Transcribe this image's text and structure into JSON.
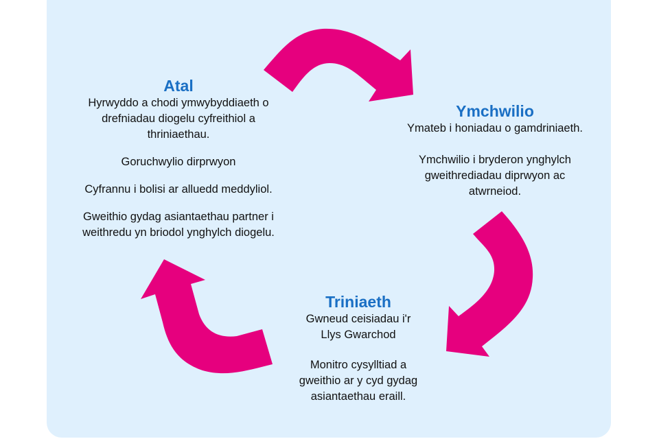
{
  "colors": {
    "background": "#dff0fd",
    "arrow": "#e6007e",
    "title": "#1a6fc4"
  },
  "atal": {
    "title": "Atal",
    "paragraphs": [
      [
        "Hyrwyddo a chodi ymwybyddiaeth o",
        "drefniadau diogelu cyfreithiol a",
        "thriniaethau."
      ],
      [
        "Goruchwylio dirprwyon"
      ],
      [
        "Cyfrannu i bolisi ar alluedd meddyliol."
      ],
      [
        "Gweithio gydag asiantaethau partner i",
        "weithredu yn briodol ynghylch diogelu."
      ]
    ]
  },
  "ymchwilio": {
    "title": "Ymchwilio",
    "paragraphs": [
      [
        "Ymateb i honiadau o gamdriniaeth."
      ],
      [
        "Ymchwilio i bryderon ynghylch",
        "gweithrediadau diprwyon ac",
        "atwrneiod."
      ]
    ]
  },
  "triniaeth": {
    "title": "Triniaeth",
    "paragraphs": [
      [
        "Gwneud ceisiadau i'r",
        "Llys Gwarchod"
      ],
      [
        "Monitro cysylltiad a",
        "gweithio ar y cyd gydag",
        "asiantaethau eraill."
      ]
    ]
  }
}
